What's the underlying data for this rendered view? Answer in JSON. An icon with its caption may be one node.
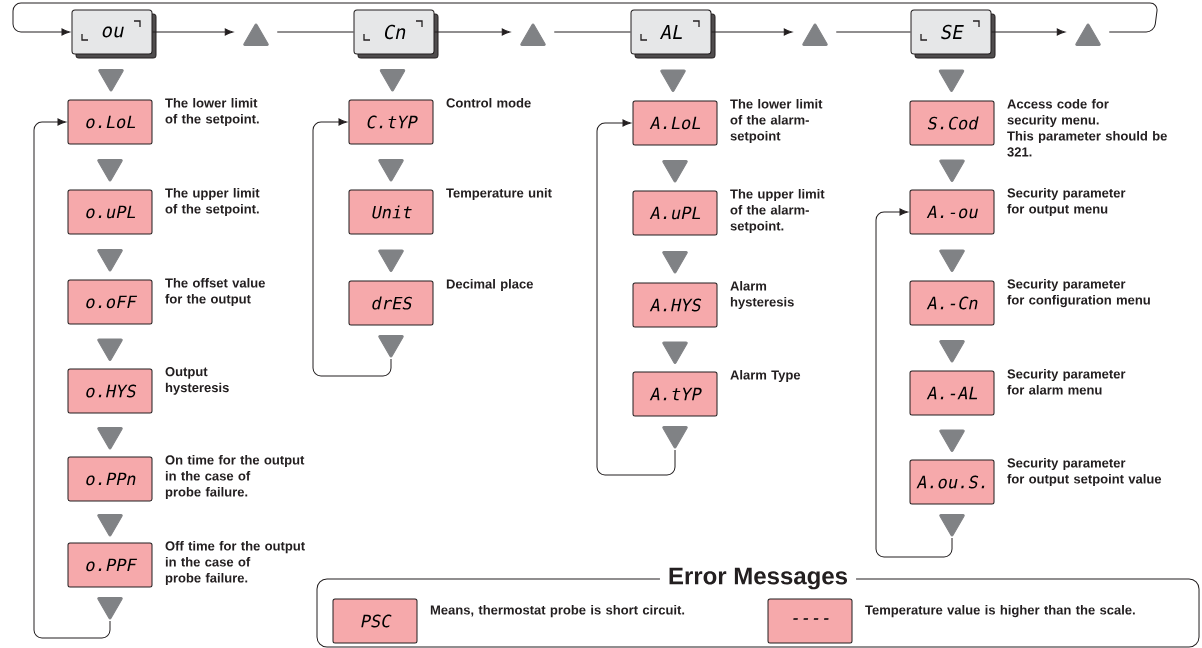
{
  "diagram": {
    "nodes": [
      {
        "text": [
          "ou"
        ]
      },
      {
        "text": [],
        "shape": "triangle"
      },
      {
        "text": [
          "Cn"
        ]
      },
      {
        "text": [],
        "shape": "triangle"
      },
      {
        "text": [
          "AL"
        ]
      },
      {
        "text": [],
        "shape": "triangle"
      },
      {
        "text": [
          "SE"
        ]
      },
      {
        "text": [],
        "shape": "triangle"
      },
      {
        "text": [
          "o.LoL"
        ],
        "beside": [
          "The lower limit of the setpoint."
        ]
      },
      {
        "text": [
          "o.uPL"
        ],
        "beside": [
          "The upper limit of the setpoint."
        ]
      },
      {
        "text": [
          "o.oFF"
        ],
        "beside": [
          "The offset value for the output"
        ]
      },
      {
        "text": [
          "o.HYS"
        ],
        "beside": [
          "Output hysteresis"
        ]
      },
      {
        "text": [
          "o.PPn"
        ],
        "beside": [
          "On time for the output in the case of probe failure."
        ]
      },
      {
        "text": [
          "o.PPF"
        ],
        "beside": [
          "Off time for the output in the case of probe failure."
        ]
      },
      {
        "text": [
          "C.tYP"
        ],
        "beside": [
          "Control mode"
        ]
      },
      {
        "text": [
          "Unit"
        ],
        "beside": [
          "Temperature unit"
        ]
      },
      {
        "text": [
          "drES"
        ],
        "beside": [
          "Decimal place"
        ]
      },
      {
        "text": [
          "A.LoL"
        ],
        "beside": [
          "The lower limit of the alarm-setpoint"
        ]
      },
      {
        "text": [
          "A.uPL"
        ],
        "beside": [
          "The upper limit of the alarm-setpoint."
        ]
      },
      {
        "text": [
          "A.HYS"
        ],
        "beside": [
          "Alarm hysteresis"
        ]
      },
      {
        "text": [
          "A.tYP"
        ],
        "beside": [
          "Alarm Type"
        ]
      },
      {
        "text": [
          "S.Cod"
        ],
        "beside": [
          "Access code for security menu. This parameter should be 321."
        ]
      },
      {
        "text": [
          "A.-ou"
        ],
        "beside": [
          "Security parameter for output menu"
        ]
      },
      {
        "text": [
          "A.-Cn"
        ],
        "beside": [
          "Security parameter for configuration menu"
        ]
      },
      {
        "text": [
          "A.-AL"
        ],
        "beside": [
          "Security parameter for alarm menu"
        ]
      },
      {
        "text": [
          "A.ou.S."
        ],
        "beside": [
          "Security parameter for output setpoint value"
        ]
      },
      {
        "text": [
          "Error Messages"
        ]
      },
      {
        "text": [
          "PSC"
        ],
        "beside": [
          "Means, thermostat probe is short circuit."
        ],
        "in": 26
      },
      {
        "text": [
          "----"
        ],
        "beside": [
          "Temperature value is higher than the scale."
        ],
        "in": 26
      },
      {
        "text": [],
        "shape": "triangle"
      },
      {
        "text": [],
        "shape": "triangle"
      },
      {
        "text": [],
        "shape": "triangle"
      },
      {
        "text": [],
        "shape": "triangle"
      }
    ],
    "edges": [
      {
        "from": 0,
        "to": 1,
        "arrow": "to"
      },
      {
        "from": 1,
        "to": 2,
        "arrow": "none"
      },
      {
        "from": 2,
        "to": 3,
        "arrow": "to"
      },
      {
        "from": 3,
        "to": 4,
        "arrow": "none"
      },
      {
        "from": 4,
        "to": 5,
        "arrow": "to"
      },
      {
        "from": 5,
        "to": 6,
        "arrow": "none"
      },
      {
        "from": 6,
        "to": 7,
        "arrow": "to"
      },
      {
        "from": 7,
        "to": 0,
        "arrow": "to"
      },
      {
        "from": 0,
        "to": 8,
        "arrow": "to"
      },
      {
        "from": 8,
        "to": 9,
        "arrow": "to"
      },
      {
        "from": 9,
        "to": 10,
        "arrow": "to"
      },
      {
        "from": 10,
        "to": 11,
        "arrow": "to"
      },
      {
        "from": 11,
        "to": 12,
        "arrow": "to"
      },
      {
        "from": 12,
        "to": 13,
        "arrow": "to"
      },
      {
        "from": 29,
        "to": 8,
        "arrow": "to"
      },
      {
        "from": 2,
        "to": 14,
        "arrow": "to"
      },
      {
        "from": 14,
        "to": 15,
        "arrow": "to"
      },
      {
        "from": 15,
        "to": 16,
        "arrow": "to"
      },
      {
        "from": 30,
        "to": 14,
        "arrow": "to"
      },
      {
        "from": 4,
        "to": 17,
        "arrow": "to"
      },
      {
        "from": 17,
        "to": 18,
        "arrow": "to"
      },
      {
        "from": 18,
        "to": 19,
        "arrow": "to"
      },
      {
        "from": 19,
        "to": 20,
        "arrow": "to"
      },
      {
        "from": 31,
        "to": 17,
        "arrow": "to"
      },
      {
        "from": 6,
        "to": 21,
        "arrow": "to"
      },
      {
        "from": 21,
        "to": 22,
        "arrow": "to"
      },
      {
        "from": 22,
        "to": 23,
        "arrow": "to"
      },
      {
        "from": 23,
        "to": 24,
        "arrow": "to"
      },
      {
        "from": 24,
        "to": 25,
        "arrow": "to"
      },
      {
        "from": 32,
        "to": 22,
        "arrow": "to"
      }
    ]
  }
}
